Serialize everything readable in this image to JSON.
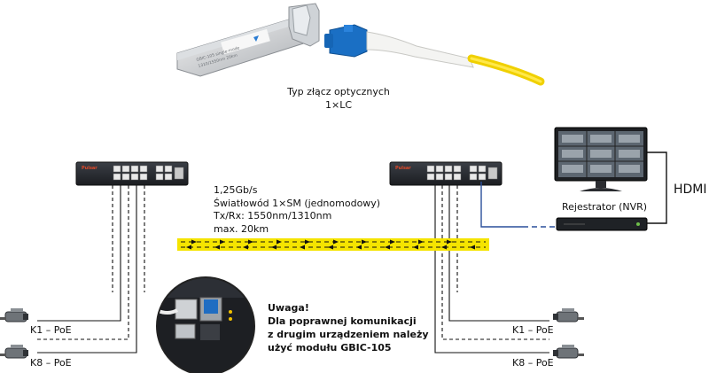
{
  "connector_caption": {
    "line1": "Typ złącz optycznych",
    "line2": "1×LC"
  },
  "sfp_module_text": {
    "line1": "GBIC-105 single-mode",
    "line2": "1310/1550nm 20km",
    "brand": "Pulsar"
  },
  "fiber_spec": {
    "line1": "1,25Gb/s",
    "line2": "Światłowód 1×SM (jednomodowy)",
    "line3": "Tx/Rx: 1550nm/1310nm",
    "line4": "max. 20km"
  },
  "warning": {
    "line1": "Uwaga!",
    "line2": "Dla poprawnej komunikacji",
    "line3": "z drugim urządzeniem należy",
    "line4": "użyć modułu GBIC-105"
  },
  "nvr_label": "Rejestrator (NVR)",
  "hdmi_label": "HDMI",
  "left_cameras": [
    {
      "label": "K1 – PoE"
    },
    {
      "label": "K8 – PoE"
    }
  ],
  "right_cameras": [
    {
      "label": "K1 – PoE"
    },
    {
      "label": "K8 – PoE"
    }
  ],
  "switch_brand": "Pulsar",
  "colors": {
    "fiber_yellow": "#f5e400",
    "switch_body": "#24272d",
    "nvr_link": "#2a4f9b"
  }
}
